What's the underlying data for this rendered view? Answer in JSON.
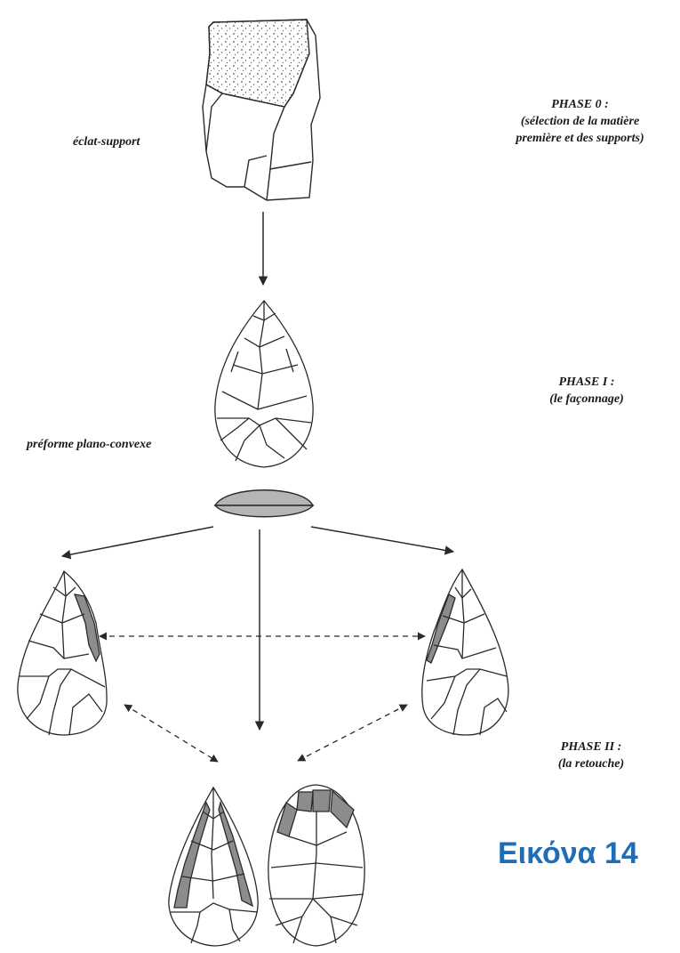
{
  "labels": {
    "phase0_title": "PHASE 0 :",
    "phase0_line1": "(sélection de la matière",
    "phase0_line2": "première et des supports)",
    "eclat": "éclat-support",
    "phase1_title": "PHASE I :",
    "phase1_line1": "(le façonnage)",
    "preforme": "préforme plano-convexe",
    "phase2_title": "PHASE II :",
    "phase2_line1": "(la retouche)"
  },
  "figure_number": "Εικόνα 14",
  "colors": {
    "line": "#2a2a2a",
    "retouch_fill": "#8c8c8c",
    "section_fill": "#b5b5b5",
    "cortex_dots": "#555555",
    "figure_number": "#1f6db5"
  }
}
